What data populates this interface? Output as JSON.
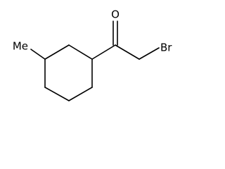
{
  "structure": {
    "atoms": [
      {
        "id": "O",
        "label": "O"
      },
      {
        "id": "Br",
        "label": "Br"
      },
      {
        "id": "CH3",
        "label": "Me"
      }
    ]
  },
  "colors": {
    "background": "#ffffff",
    "bond": "#000000",
    "text": "#000000"
  }
}
